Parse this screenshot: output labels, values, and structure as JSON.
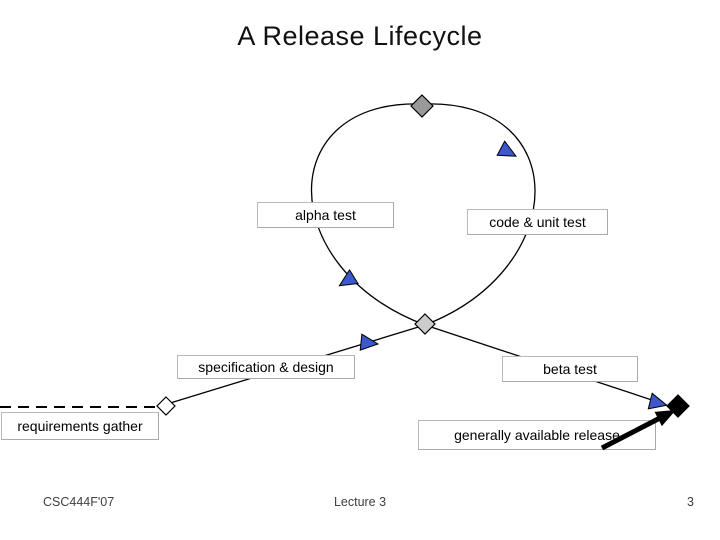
{
  "slide": {
    "title": "A Release Lifecycle"
  },
  "labels": {
    "alpha_test": "alpha test",
    "code_unit_test": "code & unit test",
    "spec_design": "specification & design",
    "beta_test": "beta test",
    "requirements_gather": "requirements gather",
    "ga_release": "generally available release"
  },
  "footer": {
    "course": "CSC444F'07",
    "lecture": "Lecture 3",
    "page_number": "3"
  },
  "icons": {
    "top_milestone": "gray-diamond",
    "crossing_milestone": "light-gray-diamond",
    "start_milestone": "white-diamond",
    "release_milestone": "black-diamond",
    "flow_markers": "blue-triangle-arrowheads",
    "release_pointer": "thick-black-arrow"
  },
  "colors": {
    "background": "#ffffff",
    "line": "#000000",
    "box_border": "#b9b9b9",
    "arrow_blue": "#3d57cc",
    "diamond_gray": "#999999",
    "diamond_light_gray": "#cccccc",
    "diamond_black": "#000000",
    "footer_text": "#3f3f3f"
  }
}
